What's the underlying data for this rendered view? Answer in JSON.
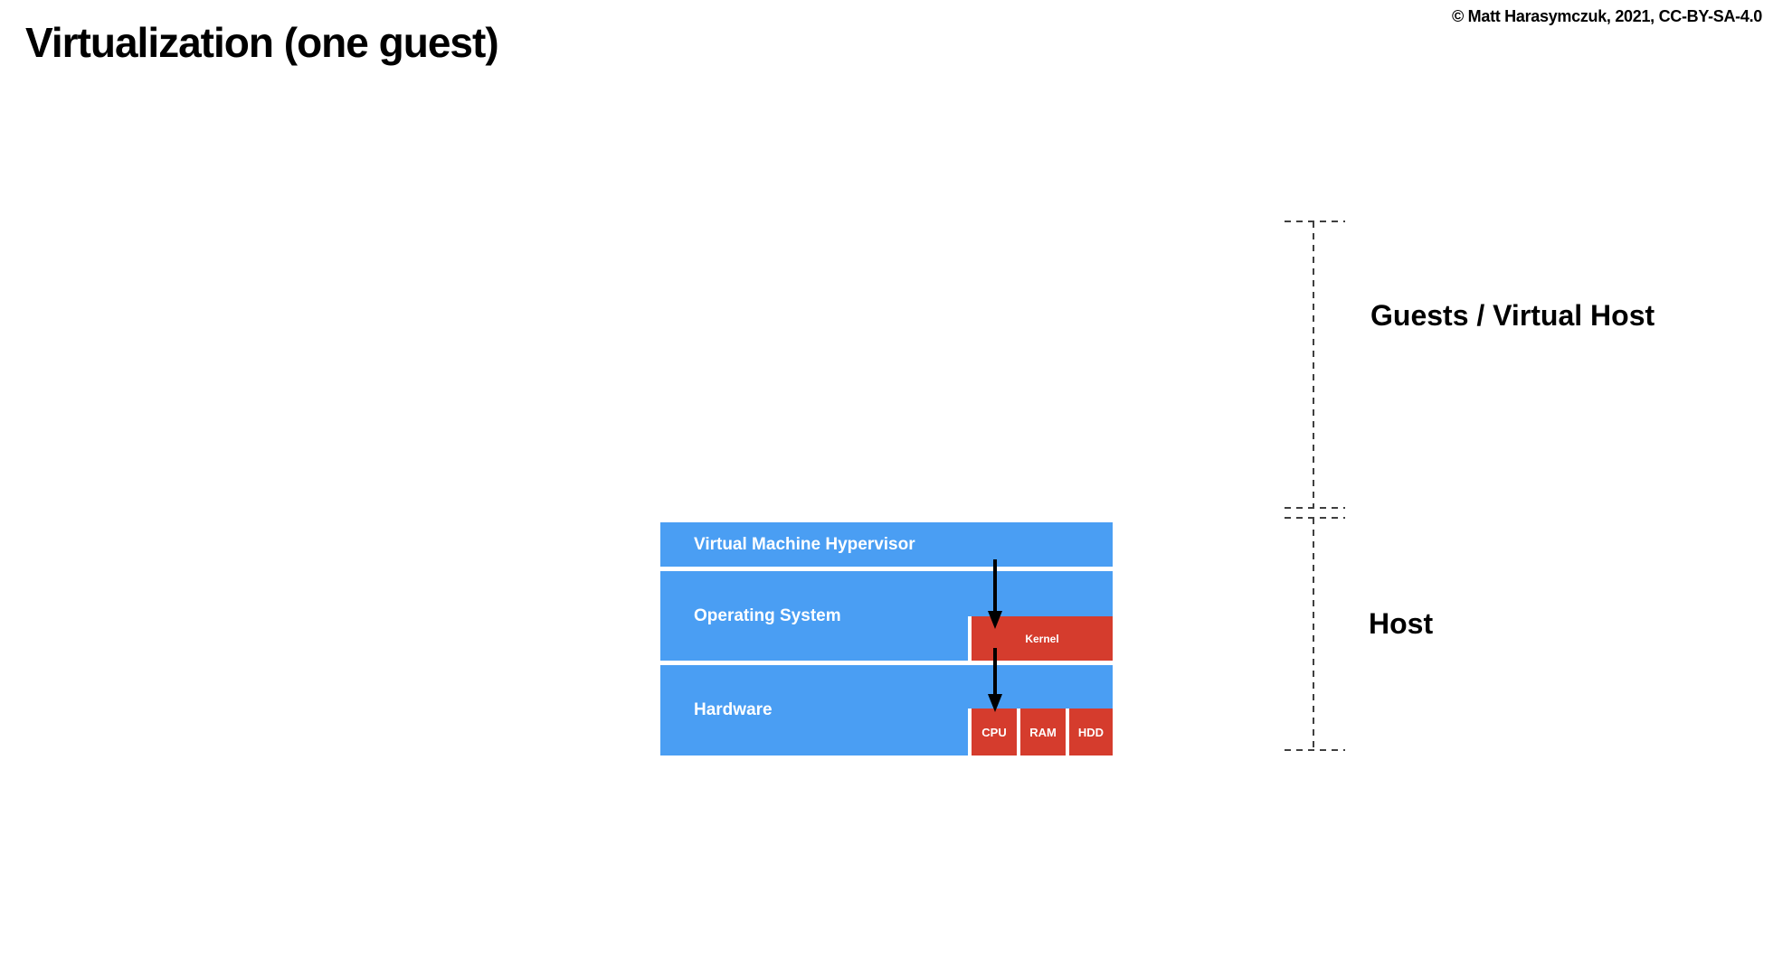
{
  "slide": {
    "title": "Virtualization (one guest)",
    "copyright": "© Matt Harasymczuk, 2021, CC-BY-SA-4.0"
  },
  "colors": {
    "layer_blue": "#4A9EF3",
    "component_red": "#D53C2D",
    "bracket_gray": "#3F3F3F",
    "arrow_black": "#000000",
    "label_white": "#FFFFFF"
  },
  "diagram": {
    "layers": [
      {
        "label": "Virtual Machine Hypervisor",
        "components": []
      },
      {
        "label": "Operating System",
        "components": [
          {
            "label": "Kernel"
          }
        ]
      },
      {
        "label": "Hardware",
        "components": [
          {
            "label": "CPU"
          },
          {
            "label": "RAM"
          },
          {
            "label": "HDD"
          }
        ]
      }
    ],
    "arrows": [
      {
        "from": "Virtual Machine Hypervisor",
        "to": "Kernel"
      },
      {
        "from": "Kernel",
        "to": "CPU"
      }
    ]
  },
  "annotations": [
    {
      "label": "Guests / Virtual Host"
    },
    {
      "label": "Host"
    }
  ]
}
